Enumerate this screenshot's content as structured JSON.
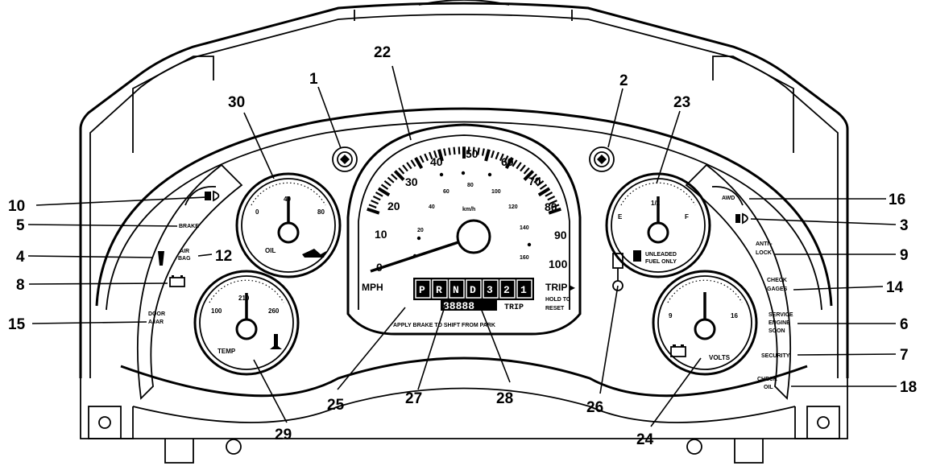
{
  "callouts": [
    {
      "id": "c1",
      "text": "1"
    },
    {
      "id": "c2",
      "text": "2"
    },
    {
      "id": "c3",
      "text": "3"
    },
    {
      "id": "c4",
      "text": "4"
    },
    {
      "id": "c5",
      "text": "5"
    },
    {
      "id": "c6",
      "text": "6"
    },
    {
      "id": "c7",
      "text": "7"
    },
    {
      "id": "c8",
      "text": "8"
    },
    {
      "id": "c9",
      "text": "9"
    },
    {
      "id": "c10",
      "text": "10"
    },
    {
      "id": "c12",
      "text": "12"
    },
    {
      "id": "c14",
      "text": "14"
    },
    {
      "id": "c15",
      "text": "15"
    },
    {
      "id": "c16",
      "text": "16"
    },
    {
      "id": "c18",
      "text": "18"
    },
    {
      "id": "c22",
      "text": "22"
    },
    {
      "id": "c23",
      "text": "23"
    },
    {
      "id": "c24",
      "text": "24"
    },
    {
      "id": "c25",
      "text": "25"
    },
    {
      "id": "c26",
      "text": "26"
    },
    {
      "id": "c27",
      "text": "27"
    },
    {
      "id": "c28",
      "text": "28"
    },
    {
      "id": "c29",
      "text": "29"
    },
    {
      "id": "c30",
      "text": "30"
    }
  ],
  "indicators": {
    "brake": "BRAKE",
    "air_bag_1": "AIR",
    "air_bag_2": "BAG",
    "door_ajar_1": "DOOR",
    "door_ajar_2": "AJAR",
    "awd": "AWD",
    "anti_lock_1": "ANTI -",
    "anti_lock_2": "LOCK",
    "check_gages_1": "CHECK",
    "check_gages_2": "GAGES",
    "service_1": "SERVICE",
    "service_2": "ENGINE",
    "service_3": "SOON",
    "security": "SECURITY",
    "check_oil_1": "CHECK",
    "check_oil_2": "OIL"
  },
  "oil_gauge": {
    "label": "OIL",
    "min": "0",
    "mid": "40",
    "max": "80"
  },
  "temp_gauge": {
    "label": "TEMP",
    "min": "100",
    "mid": "210",
    "max": "260"
  },
  "fuel_gauge": {
    "empty": "E",
    "half": "1/2",
    "full": "F",
    "note_1": "UNLEADED",
    "note_2": "FUEL ONLY"
  },
  "volts_gauge": {
    "label": "VOLTS",
    "min": "9",
    "max": "16"
  },
  "speedometer": {
    "mph_label": "MPH",
    "mph_ticks": [
      "0",
      "10",
      "20",
      "30",
      "40",
      "50",
      "60",
      "70",
      "80",
      "90",
      "100"
    ],
    "kmh_label": "km/h",
    "kmh_ticks": [
      "20",
      "40",
      "60",
      "80",
      "100",
      "120",
      "140",
      "160"
    ],
    "prnd": [
      "P",
      "R",
      "N",
      "D",
      "3",
      "2",
      "1"
    ],
    "odometer": "88888",
    "trip_small": "TRIP",
    "trip_1": "TRIP ▸",
    "trip_2": "HOLD TO",
    "trip_3": "RESET",
    "park_note": "APPLY BRAKE TO SHIFT FROM PARK"
  }
}
